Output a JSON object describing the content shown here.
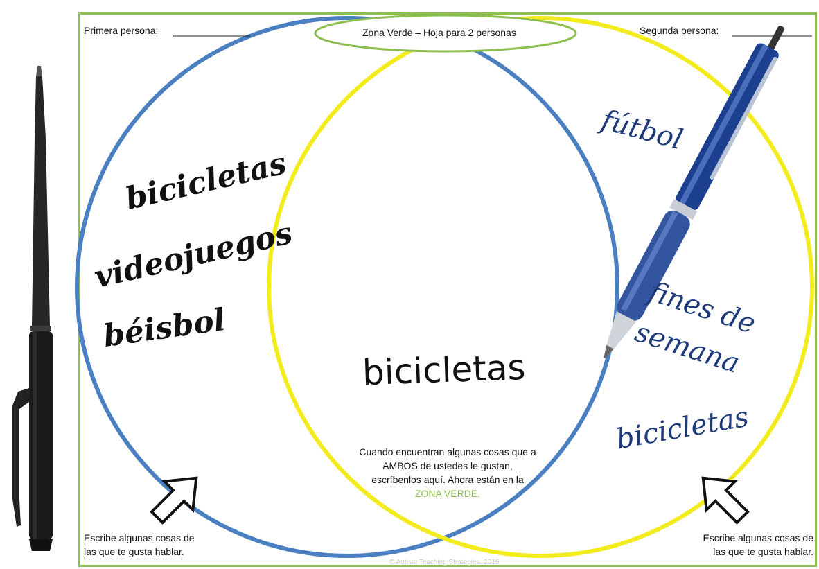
{
  "worksheet": {
    "title": "Zona Verde – Hoja para 2 personas",
    "person1_label": "Primera persona:",
    "person2_label": "Segunda persona:",
    "center_instruction": {
      "line1": "Cuando encuentran algunas cosas que a",
      "line2": "AMBOS de ustedes le gustan,",
      "line3": "escríbenlos aquí. Ahora están en la",
      "line4": "ZONA VERDE."
    },
    "left_instruction": {
      "line1": "Escribe algunas cosas de",
      "line2": "las que te gusta hablar."
    },
    "right_instruction": {
      "line1": "Escribe algunas cosas de",
      "line2": "las que te gusta hablar."
    },
    "copyright": "© Autism Teaching Strategies, 2016"
  },
  "left_items": [
    "bicicletas",
    "videojuegos",
    "béisbol"
  ],
  "center_items": [
    "bicicletas"
  ],
  "right_items": [
    "fútbol",
    "fines de",
    "semana",
    "bicicletas"
  ],
  "colors": {
    "border_green": "#8cbf4f",
    "circle_blue": "#4a7fc1",
    "circle_yellow": "#f3ec1c",
    "ink_blue": "#1e3a7a"
  }
}
